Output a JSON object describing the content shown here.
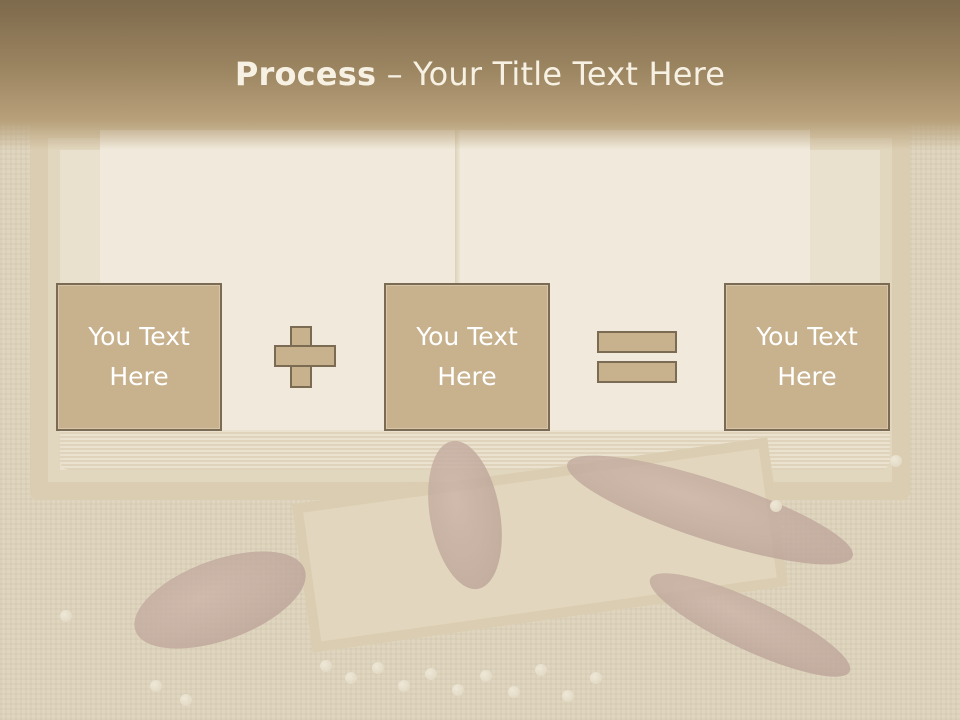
{
  "title": {
    "bold": "Process",
    "rest": " – Your Title Text Here"
  },
  "boxes": [
    {
      "line1": "You Text",
      "line2": "Here"
    },
    {
      "line1": "You Text",
      "line2": "Here"
    },
    {
      "line1": "You Text",
      "line2": "Here"
    }
  ],
  "operators": [
    "plus-icon",
    "equals-icon"
  ],
  "colors": {
    "box_fill": "#c8b28e",
    "box_border": "#7b6b53",
    "box_text": "#ffffff",
    "header": "#9b8460",
    "title_text": "#f7f1e4"
  }
}
